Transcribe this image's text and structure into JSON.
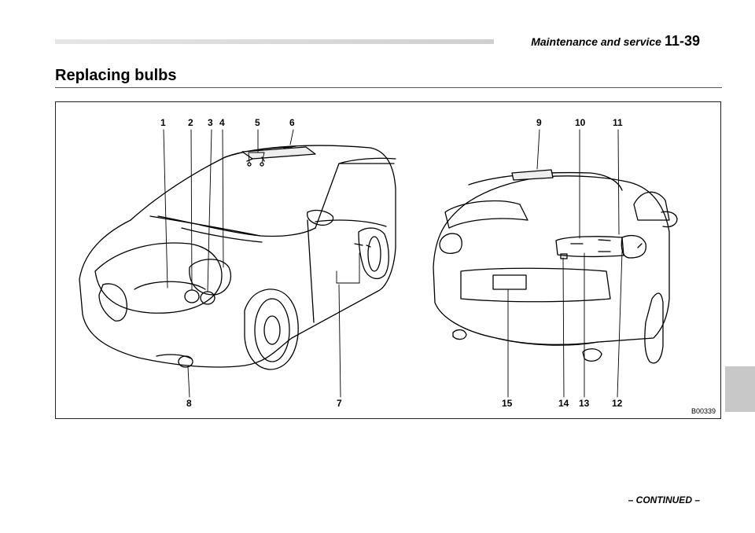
{
  "header": {
    "section": "Maintenance and service",
    "page_number": "11-39"
  },
  "title": "Replacing bulbs",
  "figure": {
    "callouts": [
      "1",
      "2",
      "3",
      "4",
      "5",
      "6",
      "7",
      "8",
      "9",
      "10",
      "11",
      "12",
      "13",
      "14",
      "15"
    ],
    "code": "B00339"
  },
  "footer": {
    "continued": "– CONTINUED –"
  }
}
